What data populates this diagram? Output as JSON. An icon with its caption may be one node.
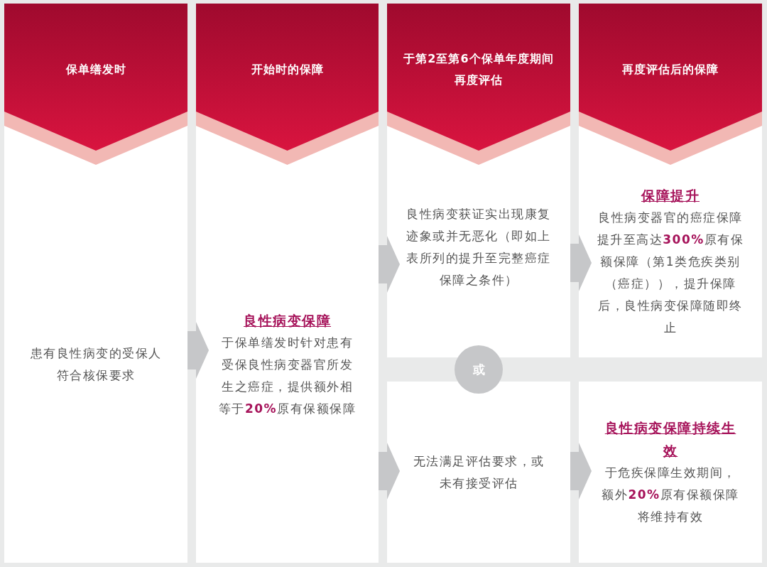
{
  "diagram": {
    "nodes": [
      {
        "text": [
          "保单缮发时"
        ]
      },
      {
        "text": [
          "开始时的保障"
        ]
      },
      {
        "text": [
          "于第2至第6个保单年度期间再度评估"
        ]
      },
      {
        "text": [
          "再度评估后的保障"
        ]
      },
      {
        "text": [
          "患有良性病变的受保人符合核保要求"
        ]
      },
      {
        "text": [
          "良性病变保障",
          "于保单缮发时针对患有受保良性病变器官所发生之癌症，提供额外相等于**20%**原有保额保障"
        ]
      },
      {
        "text": [
          "良性病变获证实出现康复迹象或并无恶化（即如上表所列的提升至完整癌症保障之条件）"
        ]
      },
      {
        "text": [
          "无法满足评估要求，或未有接受评估"
        ]
      },
      {
        "text": [
          "保障提升",
          "良性病变器官的癌症保障提升至高达**300%**原有保额保障（第1类危疾类别（癌症）），提升保障后，良性病变保障随即终止"
        ]
      },
      {
        "text": [
          "良性病变保障持续生效",
          "于危疾保障生效期间，额外**20%**原有保额保障将维持有效"
        ]
      },
      {
        "text": [
          "或"
        ]
      }
    ],
    "edges": [
      {
        "from": 4,
        "to": 5,
        "arrow": "to"
      },
      {
        "from": 5,
        "to": 6,
        "arrow": "to"
      },
      {
        "from": 5,
        "to": 7,
        "arrow": "to"
      },
      {
        "from": 6,
        "to": 8,
        "arrow": "to"
      },
      {
        "from": 7,
        "to": 9,
        "arrow": "to"
      }
    ]
  }
}
